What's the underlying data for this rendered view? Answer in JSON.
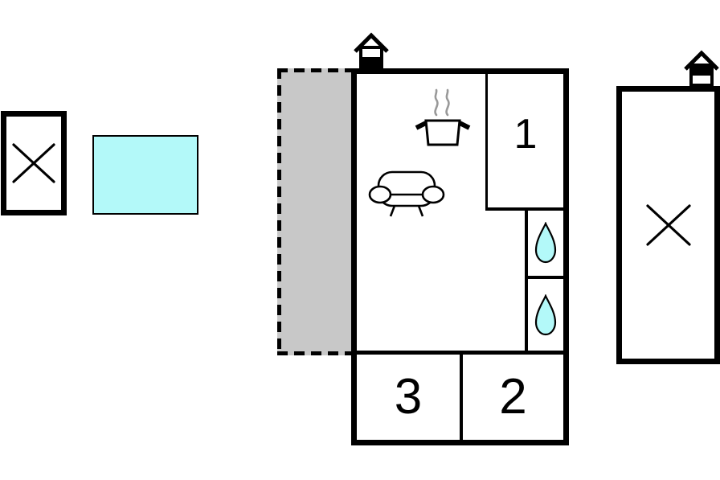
{
  "diagram": {
    "type": "floor-plan"
  },
  "main_building": {
    "rooms": [
      {
        "label": "1"
      },
      {
        "label": "2"
      },
      {
        "label": "3"
      }
    ],
    "features": [
      {
        "icon": "hotplate-steam-icon",
        "meaning": "kitchen"
      },
      {
        "icon": "sofa-icon",
        "meaning": "living-room"
      },
      {
        "icon": "water-drop-icon",
        "meaning": "bathroom"
      },
      {
        "icon": "water-drop-icon",
        "meaning": "bathroom"
      },
      {
        "icon": "entrance-house-icon",
        "meaning": "entrance"
      }
    ],
    "terrace": {
      "fill": "#c8c8c8",
      "border_style": "dashed"
    }
  },
  "annex_building": {
    "symbol": "x-cross",
    "features": [
      {
        "icon": "entrance-house-icon",
        "meaning": "entrance"
      }
    ]
  },
  "outbuilding": {
    "symbol": "x-cross"
  },
  "pool": {
    "fill": "#b3f9f9"
  },
  "colors": {
    "wall": "#000000",
    "terrace": "#c8c8c8",
    "water": "#b3f9f9",
    "steam": "#999999",
    "background": "#ffffff"
  }
}
